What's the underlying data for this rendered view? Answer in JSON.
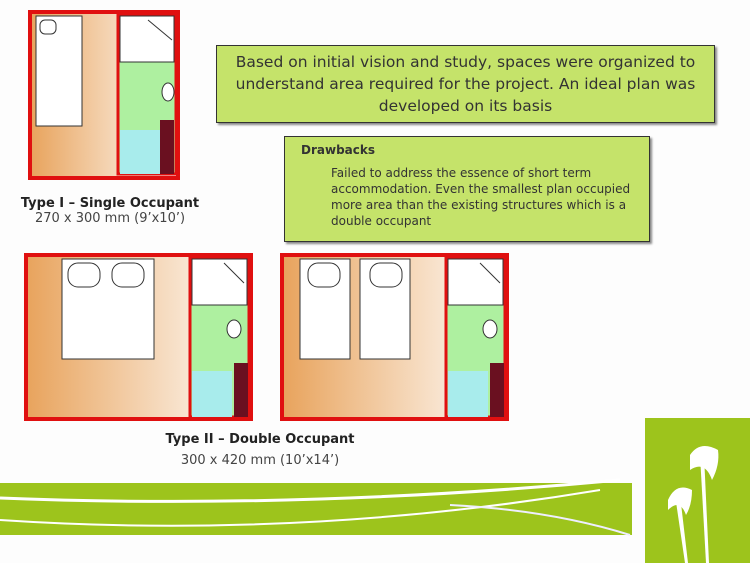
{
  "intro_text": "Based on initial vision and study, spaces were organized to understand area required for the project. An ideal plan was developed on its basis",
  "drawbacks": {
    "title": "Drawbacks",
    "body": "Failed to address the essence of short term accommodation. Even the smallest plan occupied more area than the existing structures which is a double occupant"
  },
  "type1": {
    "title": "Type I – Single Occupant",
    "size": "270 x 300 mm (9’x10’)"
  },
  "type2": {
    "title": "Type II – Double Occupant",
    "size": "300 x 420 mm (10’x14’)"
  },
  "colors": {
    "green": "#9dc41c",
    "wall": "#e01010",
    "floor": "#e8a35c",
    "bath": "#aef0a0",
    "shower": "#a8ecec"
  }
}
